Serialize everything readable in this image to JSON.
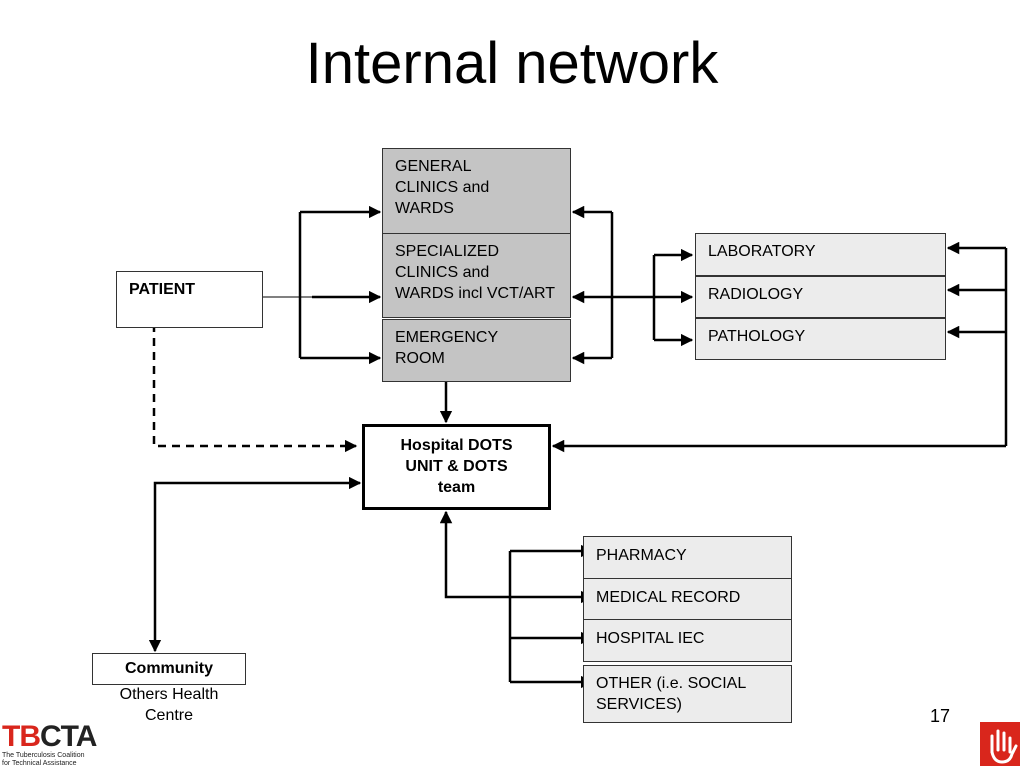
{
  "title": "Internal network",
  "boxes": {
    "general": [
      "GENERAL",
      "CLINICS and",
      "WARDS"
    ],
    "specialized": [
      "SPECIALIZED",
      "CLINICS and",
      "WARDS incl VCT/ART"
    ],
    "emergency": [
      "EMERGENCY",
      "ROOM"
    ],
    "patient": "PATIENT",
    "laboratory": "LABORATORY",
    "radiology": "RADIOLOGY",
    "pathology": "PATHOLOGY",
    "dots": [
      "Hospital DOTS",
      "UNIT & DOTS",
      "team"
    ],
    "pharmacy": "PHARMACY",
    "medical_record": "MEDICAL RECORD",
    "hospital_iec": "HOSPITAL IEC",
    "other": [
      "OTHER (i.e. SOCIAL",
      "SERVICES)"
    ],
    "community": "Community",
    "community_sub": [
      "Others Health",
      "Centre"
    ]
  },
  "page_number": "17",
  "logo": {
    "tb": "TB",
    "cta": "CTA",
    "line1": "The Tuberculosis Coalition",
    "line2": "for Technical Assistance",
    "tb_color": "#d9261c"
  },
  "colors": {
    "gray_box": "#c4c4c4",
    "light_box": "#ececec",
    "accent_red": "#d9261c"
  }
}
